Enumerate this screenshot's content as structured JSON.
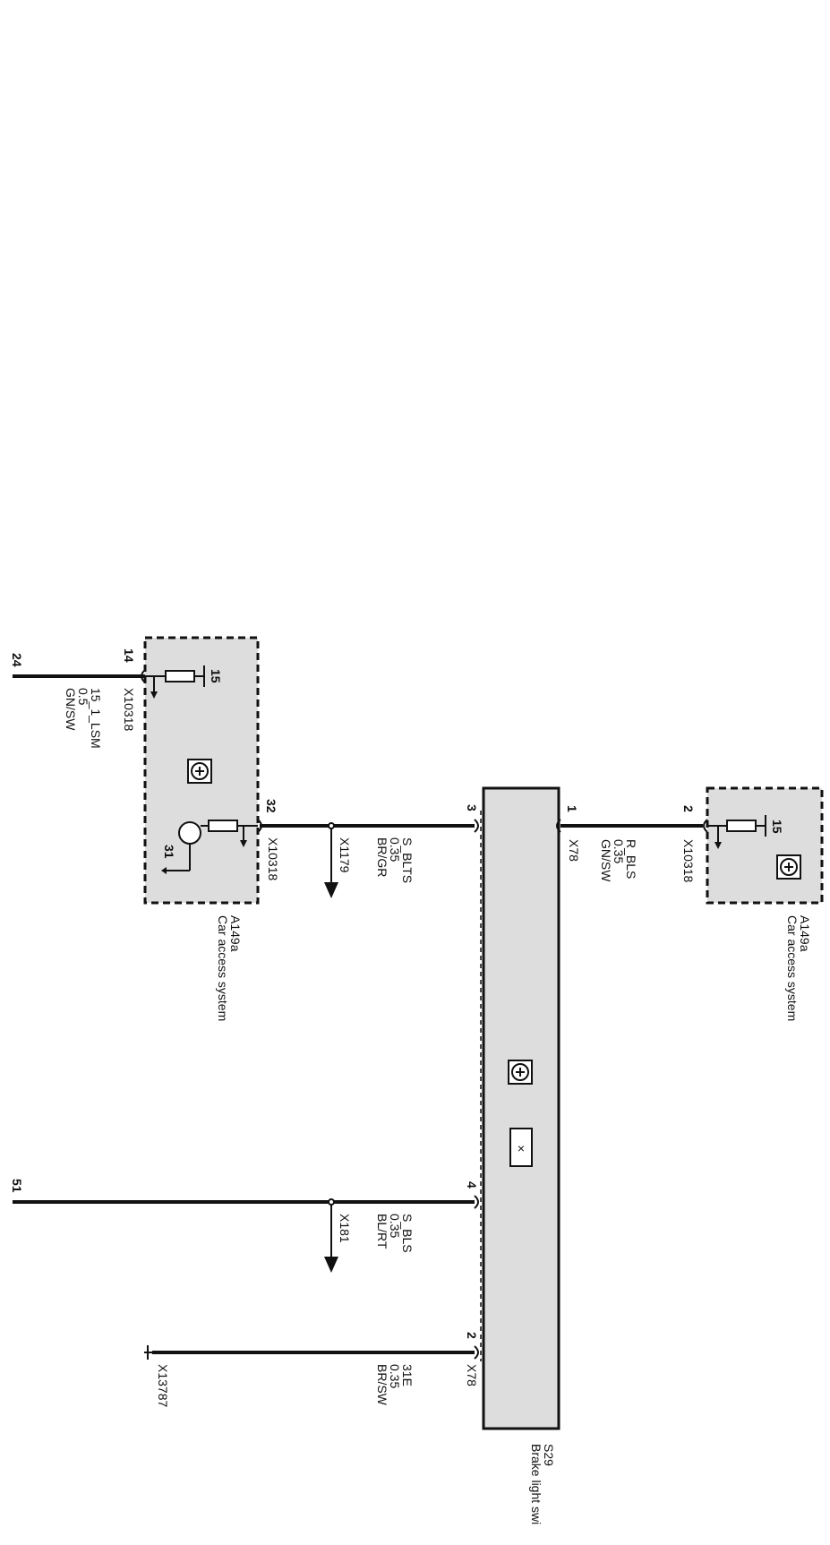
{
  "diagram": {
    "module_top": {
      "id": "A149a",
      "name": "Car access system",
      "pins": [
        {
          "num": "14",
          "connector": "X10318"
        },
        {
          "num": "32",
          "connector": "X10318"
        }
      ],
      "internal": {
        "supply": "15",
        "ground": "31"
      }
    },
    "module_right": {
      "id": "A149a",
      "name": "Car access system",
      "pins": [
        {
          "num": "2",
          "connector": "X10318"
        }
      ],
      "internal": {
        "supply": "15"
      }
    },
    "switch": {
      "id": "S29",
      "name": "Brake light swi",
      "pins": [
        {
          "num": "1",
          "connector": "X78"
        },
        {
          "num": "3",
          "connector": ""
        },
        {
          "num": "4",
          "connector": ""
        },
        {
          "num": "2",
          "connector": "X78"
        }
      ],
      "symbol": "×"
    },
    "wires": [
      {
        "signal": "15_1_LSM",
        "size": "0.5",
        "color": "GN/SW",
        "edge_label": "24"
      },
      {
        "signal": "R_BLS",
        "size": "0.35",
        "color": "GN/SW"
      },
      {
        "signal": "S_BLTS",
        "size": "0.35",
        "color": "BR/GR",
        "branch": "X1179"
      },
      {
        "signal": "S_BLS",
        "size": "0.35",
        "color": "BL/RT",
        "branch": "X181",
        "edge_label": "51"
      },
      {
        "signal": "31E",
        "size": "0.35",
        "color": "BR/SW",
        "ground": "X13787"
      }
    ],
    "icons": [
      "control-unit-icon",
      "resistor-icon",
      "transistor-icon",
      "ground-arrow-icon",
      "switch-contact-icon"
    ]
  }
}
